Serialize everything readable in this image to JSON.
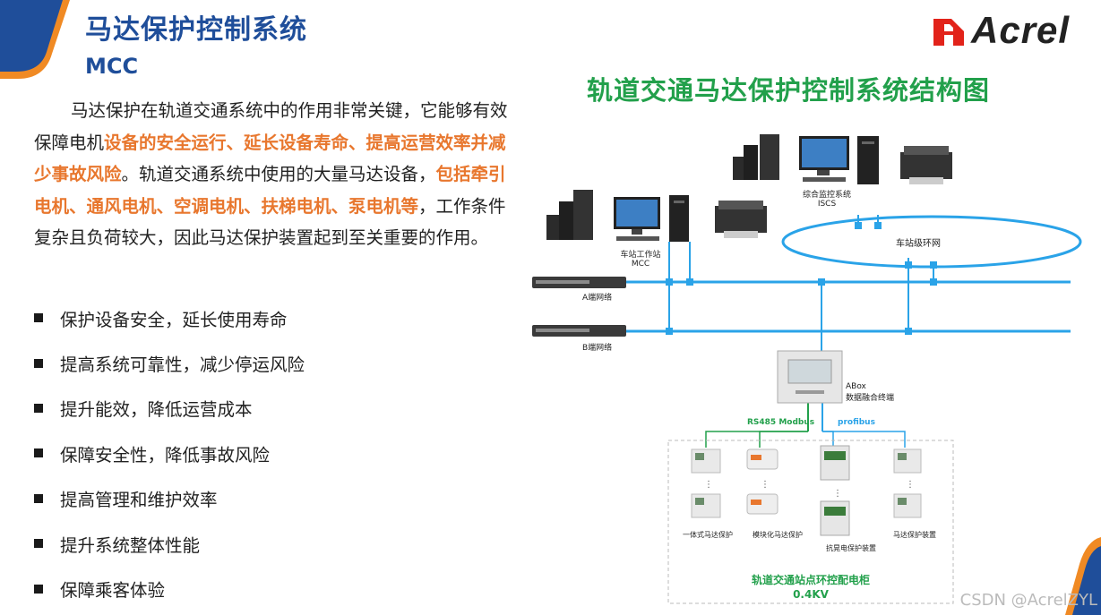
{
  "header": {
    "title": "马达保护控制系统",
    "subtitle": "MCC"
  },
  "intro": {
    "part1": "马达保护在轨道交通系统中的作用非常关键，它能够有效保障电机",
    "highlight1": "设备的安全运行、延长设备寿命、提高运营效率并减少事故风险",
    "part2": "。轨道交通系统中使用的大量马达设备，",
    "highlight2": "包括牵引电机、通风电机、空调电机、扶梯电机、泵电机等",
    "part3": "，工作条件复杂且负荷较大，因此马达保护装置起到至关重要的作用。"
  },
  "bullets": [
    "保护设备安全，延长使用寿命",
    "提高系统可靠性，减少停运风险",
    "提升能效，降低运营成本",
    "保障安全性，降低事故风险",
    "提高管理和维护效率",
    "提升系统整体性能",
    "保障乘客体验"
  ],
  "logo": {
    "text": "Acrel",
    "color": "#e2231a"
  },
  "diagram": {
    "title": "轨道交通马达保护控制系统结构图",
    "iscs_label": "综合监控系统",
    "iscs_sub": "ISCS",
    "ring_label": "车站级环网",
    "mcc_label": "车站工作站",
    "mcc_sub": "MCC",
    "net_a": "A端网络",
    "net_b": "B端网络",
    "abox_label": "ABox",
    "abox_sub": "数据融合终端",
    "bus_rs485": "RS485 Modbus",
    "bus_profibus": "profibus",
    "devices": [
      "一体式马达保护",
      "模块化马达保护",
      "抗晃电保护装置",
      "马达保护装置"
    ],
    "cabinet_label": "轨道交通站点环控配电柜",
    "cabinet_sub": "0.4KV",
    "colors": {
      "network": "#2aa3e8",
      "rs485": "#22a04b",
      "title": "#1f4e9a",
      "accent": "#e8772e",
      "diagram_title": "#22a04b"
    }
  },
  "watermark": "CSDN @AcrelZYL"
}
